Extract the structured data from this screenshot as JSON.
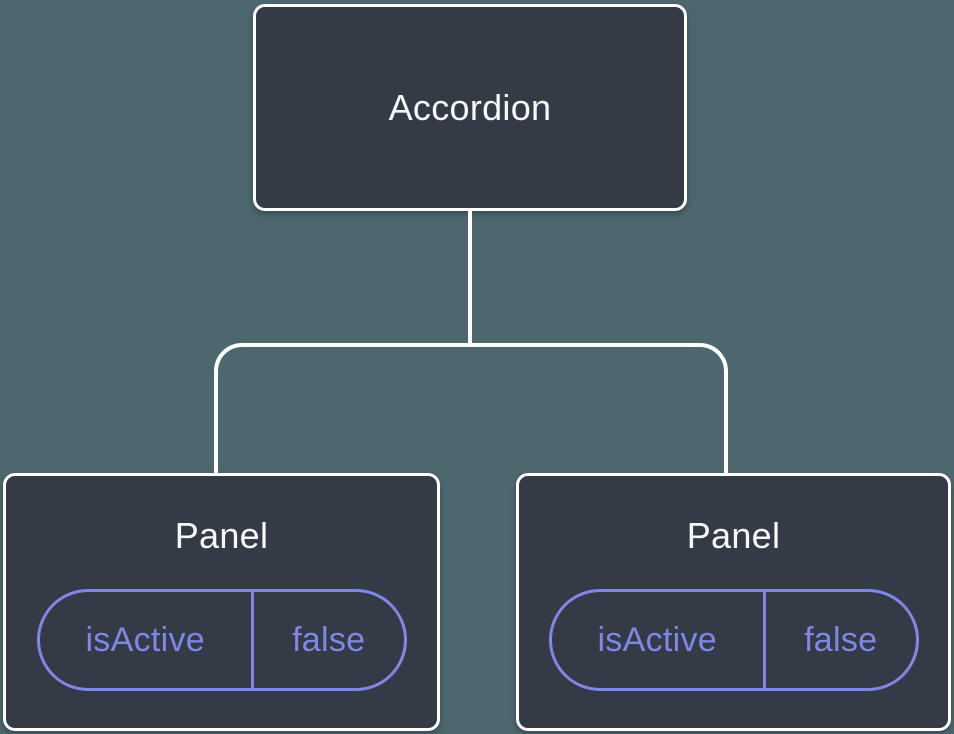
{
  "diagram": {
    "type": "component-tree",
    "root": {
      "label": "Accordion"
    },
    "children": [
      {
        "label": "Panel",
        "props": [
          {
            "name": "isActive",
            "value": "false"
          }
        ]
      },
      {
        "label": "Panel",
        "props": [
          {
            "name": "isActive",
            "value": "false"
          }
        ]
      }
    ]
  },
  "colors": {
    "background": "#4d676e",
    "node_fill": "#343b46",
    "node_border": "#ffffff",
    "connector": "#ffffff",
    "prop_accent": "#8187e6",
    "text_primary": "#f6f7f9"
  }
}
